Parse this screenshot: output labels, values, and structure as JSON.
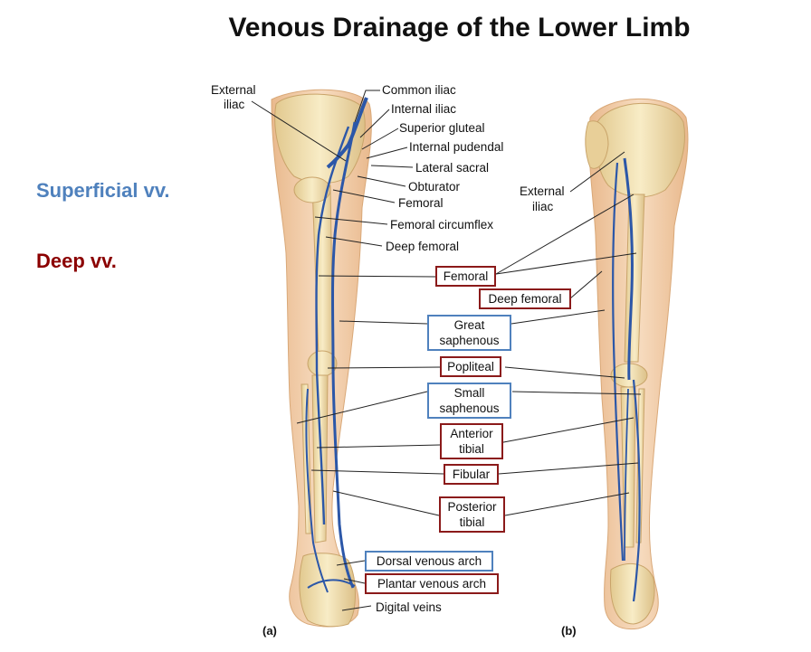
{
  "title": "Venous Drainage of the Lower Limb",
  "legend": {
    "superficial": "Superficial vv.",
    "deep": "Deep vv.",
    "superficial_color": "#4f81bd",
    "deep_color": "#8b0000"
  },
  "panel_a": {
    "label": "(a)",
    "external_iliac_line1": "External",
    "external_iliac_line2": "iliac",
    "common_iliac": "Common iliac",
    "internal_iliac": "Internal iliac",
    "superior_gluteal": "Superior gluteal",
    "internal_pudendal": "Internal pudendal",
    "lateral_sacral": "Lateral sacral",
    "obturator": "Obturator",
    "femoral": "Femoral",
    "femoral_circumflex": "Femoral circumflex",
    "deep_femoral": "Deep femoral",
    "digital_veins": "Digital veins"
  },
  "panel_b": {
    "label": "(b)",
    "external_iliac_line1": "External",
    "external_iliac_line2": "iliac"
  },
  "boxed_labels": {
    "femoral": "Femoral",
    "deep_femoral": "Deep femoral",
    "great_saphenous_line1": "Great",
    "great_saphenous_line2": "saphenous",
    "popliteal": "Popliteal",
    "small_saphenous_line1": "Small",
    "small_saphenous_line2": "saphenous",
    "anterior_tibial_line1": "Anterior",
    "anterior_tibial_line2": "tibial",
    "fibular": "Fibular",
    "posterior_tibial_line1": "Posterior",
    "posterior_tibial_line2": "tibial",
    "dorsal_venous_arch": "Dorsal venous arch",
    "plantar_venous_arch": "Plantar venous arch"
  }
}
